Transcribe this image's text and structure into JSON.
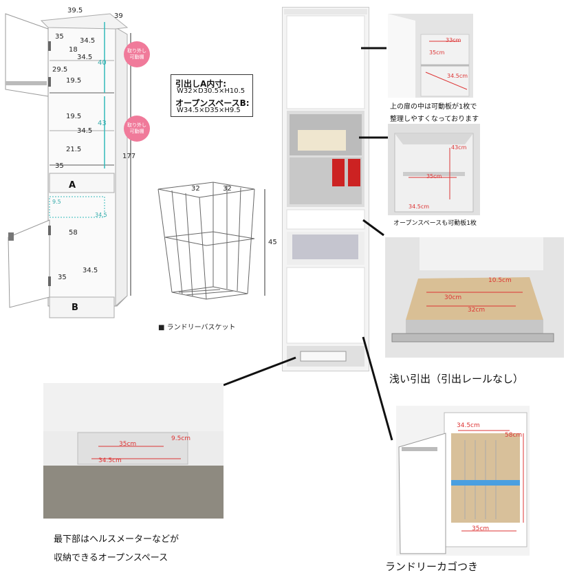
{
  "diagram": {
    "top_width": "39.5",
    "top_depth": "39",
    "upper_inner_width": "34.5",
    "upper_inner_depth": "35",
    "upper_shelf1_h": "18",
    "upper_door_w": "34.5",
    "upper_shelf_depth2": "29.5",
    "upper_shelf2_h": "19.5",
    "upper_section_h": "40",
    "mid_shelf1_h": "19.5",
    "mid_width": "34.5",
    "mid_shelf2_h": "21.5",
    "mid_depth": "35",
    "mid_section_h": "43",
    "total_h": "177",
    "drawer_label": "A",
    "open_label": "B",
    "open_small_h": "9.5",
    "open_small_w": "34.5",
    "lower_h": "58",
    "lower_depth": "35",
    "lower_width": "34.5",
    "removable_tag_1": "取り外し\n可動棚",
    "removable_tag_2": "取り外し\n可動棚"
  },
  "spec": {
    "a_title": "引出しA内寸:",
    "a_value": "W32×D30.5×H10.5",
    "b_title": "オープンスペースB:",
    "b_value": "W34.5×D35×H9.5"
  },
  "basket": {
    "w": "32",
    "d": "32",
    "h": "45",
    "label": "■ ランドリーバスケット"
  },
  "photos": {
    "upper_shelf": {
      "d1": "33cm",
      "d2": "35cm",
      "d3": "34.5cm",
      "caption_1": "上の扉の中は可動板が1枚で",
      "caption_2": "整理しやすくなっております"
    },
    "open_space": {
      "h": "43cm",
      "d": "35cm",
      "w": "34.5cm",
      "caption": "オープンスペースも可動板1枚"
    },
    "drawer": {
      "h": "10.5cm",
      "d": "30cm",
      "w": "32cm",
      "caption": "浅い引出（引出レールなし）"
    },
    "bottom": {
      "d": "35cm",
      "h": "9.5cm",
      "w": "34.5cm",
      "caption_1": "最下部はヘルスメーターなどが",
      "caption_2": "収納できるオープンスペース"
    },
    "laundry": {
      "w": "34.5cm",
      "h": "58cm",
      "d": "35cm",
      "caption": "ランドリーカゴつき"
    }
  }
}
